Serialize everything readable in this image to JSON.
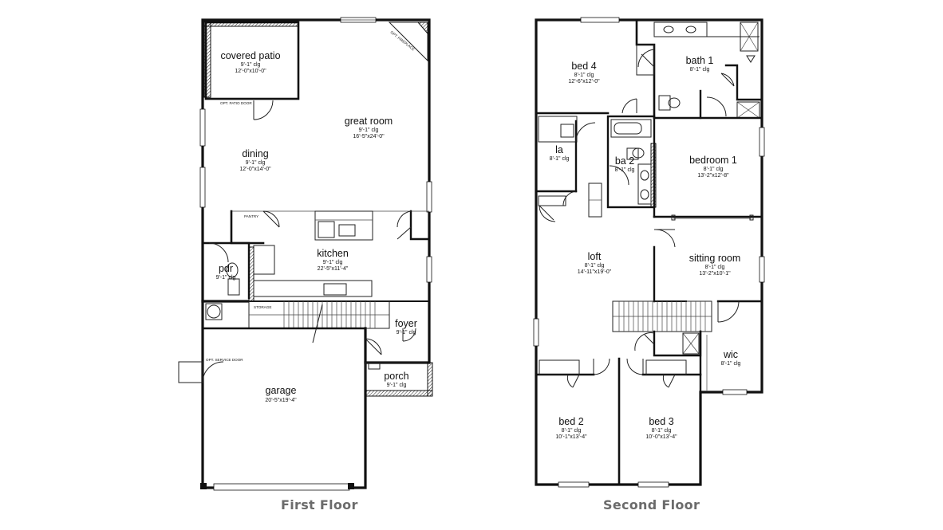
{
  "captions": {
    "first_floor": "First Floor",
    "second_floor": "Second Floor"
  },
  "first_floor": {
    "covered_patio": {
      "name": "covered patio",
      "ceiling": "9'-1\" clg",
      "size": "12'-0\"x10'-0\""
    },
    "great_room": {
      "name": "great room",
      "ceiling": "9'-1\" clg",
      "size": "16'-5\"x24'-0\""
    },
    "dining": {
      "name": "dining",
      "ceiling": "9'-1\" clg",
      "size": "12'-0\"x14'-0\""
    },
    "kitchen": {
      "name": "kitchen",
      "ceiling": "9'-1\" clg",
      "size": "22'-5\"x11'-4\""
    },
    "pdr": {
      "name": "pdr",
      "ceiling": "9'-1\" clg"
    },
    "foyer": {
      "name": "foyer",
      "ceiling": "9'-1\" clg"
    },
    "porch": {
      "name": "porch",
      "ceiling": "9'-1\" clg"
    },
    "garage": {
      "name": "garage",
      "size": "20'-5\"x19'-4\""
    },
    "tags": {
      "opt_fireplace": "OPT. FIREPLACE",
      "opt_patio_door": "OPT. PATIO DOOR",
      "pantry": "PANTRY",
      "storage": "STORAGE",
      "opt_service_door": "OPT. SERVICE DOOR"
    }
  },
  "second_floor": {
    "bed4": {
      "name": "bed 4",
      "ceiling": "8'-1\" clg",
      "size": "12'-6\"x12'-0\""
    },
    "bath1": {
      "name": "bath 1",
      "ceiling": "8'-1\" clg"
    },
    "la": {
      "name": "la",
      "ceiling": "8'-1\" clg"
    },
    "ba2": {
      "name": "ba 2",
      "ceiling": "8'-1\" clg"
    },
    "bedroom1": {
      "name": "bedroom 1",
      "ceiling": "8'-1\" clg",
      "size": "13'-2\"x12'-8\""
    },
    "loft": {
      "name": "loft",
      "ceiling": "8'-1\" clg",
      "size": "14'-11\"x19'-0\""
    },
    "sitting_room": {
      "name": "sitting room",
      "ceiling": "8'-1\" clg",
      "size": "13'-2\"x10'-1\""
    },
    "wic": {
      "name": "wic",
      "ceiling": "8'-1\" clg"
    },
    "bed2": {
      "name": "bed 2",
      "ceiling": "8'-1\" clg",
      "size": "10'-1\"x13'-4\""
    },
    "bed3": {
      "name": "bed 3",
      "ceiling": "8'-1\" clg",
      "size": "10'-0\"x13'-4\""
    }
  }
}
